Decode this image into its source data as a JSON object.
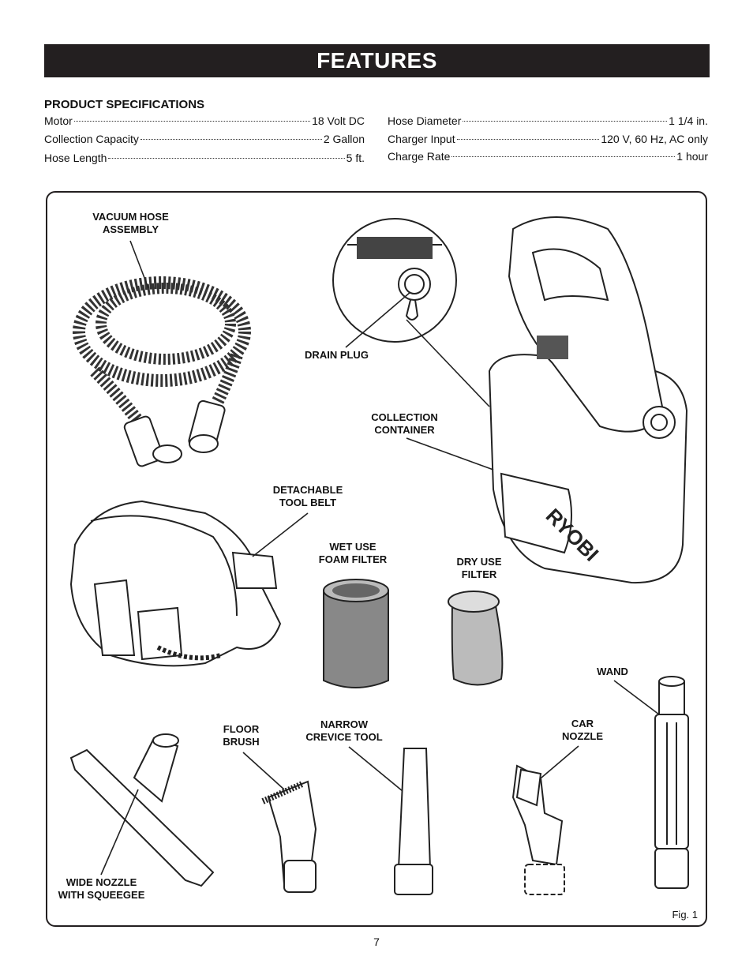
{
  "header": {
    "title": "FEATURES"
  },
  "specs": {
    "title": "PRODUCT SPECIFICATIONS",
    "left": [
      {
        "label": "Motor",
        "value": "18 Volt DC"
      },
      {
        "label": "Collection Capacity",
        "value": "2 Gallon"
      },
      {
        "label": "Hose Length",
        "value": "5 ft."
      }
    ],
    "right": [
      {
        "label": "Hose Diameter",
        "value": "1 1/4 in."
      },
      {
        "label": "Charger Input",
        "value": "120 V, 60 Hz, AC only"
      },
      {
        "label": "Charge Rate",
        "value": "1 hour"
      }
    ]
  },
  "figure": {
    "callouts": {
      "vacuum_hose": "VACUUM HOSE\nASSEMBLY",
      "drain_plug": "DRAIN PLUG",
      "collection_container": "COLLECTION\nCONTAINER",
      "tool_belt": "DETACHABLE\nTOOL BELT",
      "wet_filter": "WET USE\nFOAM FILTER",
      "dry_filter": "DRY USE\nFILTER",
      "wand": "WAND",
      "floor_brush": "FLOOR\nBRUSH",
      "crevice_tool": "NARROW\nCREVICE TOOL",
      "car_nozzle": "CAR\nNOZZLE",
      "wide_nozzle": "WIDE NOZZLE\nWITH SQUEEGEE"
    },
    "brand_logo": "RYOBI",
    "fig_label": "Fig. 1"
  },
  "footer": {
    "page_number": "7"
  }
}
